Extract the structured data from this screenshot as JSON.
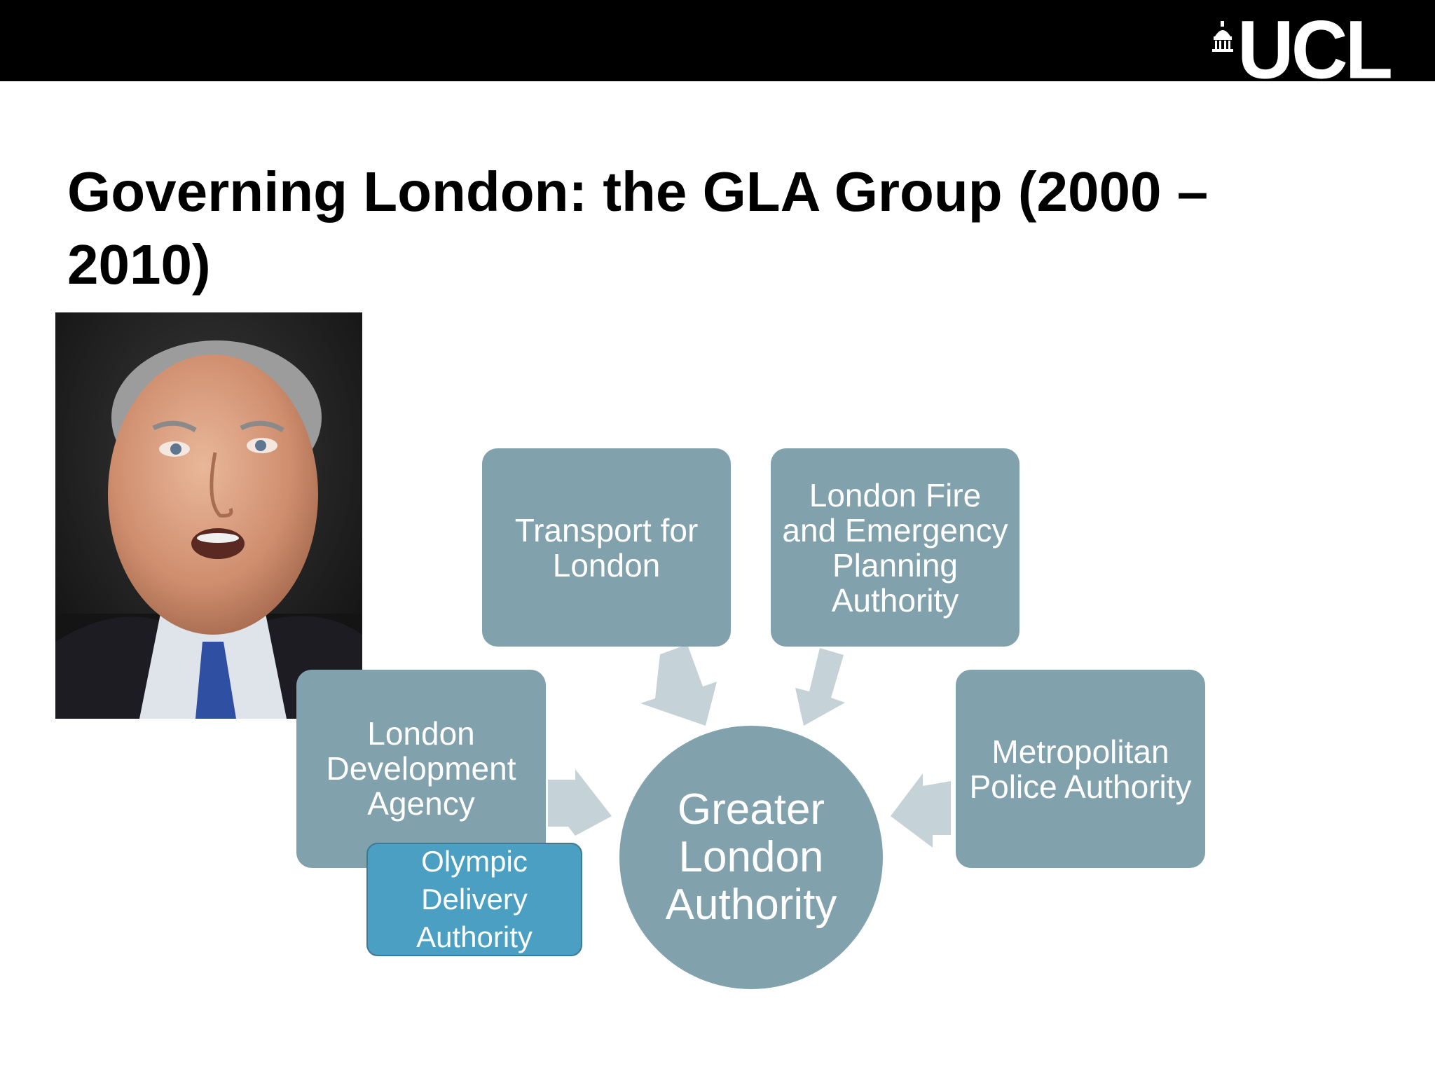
{
  "header": {
    "logo_text": "UCL",
    "logo_icon": "portico-dome-icon"
  },
  "slide": {
    "title": "Governing London: the GLA Group (2000 – 2010)"
  },
  "photo": {
    "description_icon": "speaker-portrait"
  },
  "diagram": {
    "center": "Greater London Authority",
    "nodes": {
      "tfl": "Transport for London",
      "lfepa": "London Fire and Emergency Planning Authority",
      "lda": "London Development Agency",
      "mpa": "Metropolitan Police Authority",
      "oda": "Olympic Delivery Authority"
    }
  },
  "colors": {
    "box": "#81a1ac",
    "arrow": "#c5d2d7",
    "oda": "#4a9fc3",
    "topbar": "#000000"
  }
}
